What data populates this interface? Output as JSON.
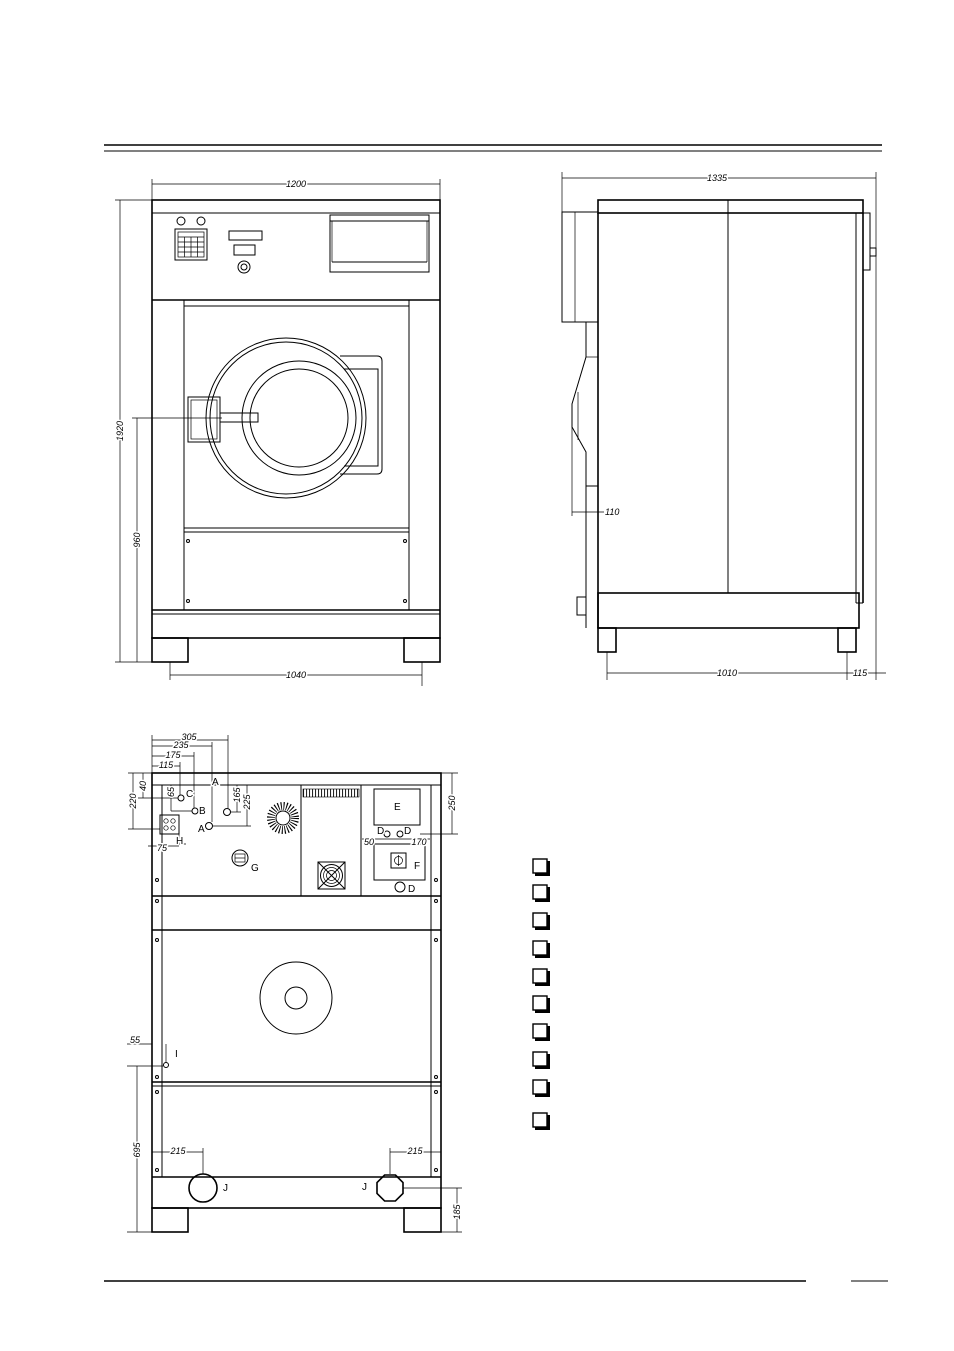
{
  "front_view": {
    "overall_width": "1200",
    "overall_height": "1920",
    "door_center_height": "960",
    "feet_span": "1040"
  },
  "side_view": {
    "overall_depth": "1335",
    "door_protrusion": "110",
    "feet_span": "1010",
    "rear_offset": "115"
  },
  "rear_view": {
    "top_offsets": [
      "305",
      "235",
      "175",
      "115"
    ],
    "left_offsets": [
      "220",
      "40",
      "65"
    ],
    "mid_offsets": [
      "165",
      "225"
    ],
    "right_panel_height": "250",
    "drain_offsets": [
      "50",
      "170"
    ],
    "h_offset": "75",
    "i_offset": "55",
    "i_elevation": "695",
    "j_offsets": [
      "215",
      "215"
    ],
    "j_height": "185",
    "labels": {
      "a1": "A",
      "a2": "A",
      "b": "B",
      "c": "C",
      "d1": "D",
      "d2": "D",
      "d3": "D",
      "e": "E",
      "f": "F",
      "g": "G",
      "h": "H",
      "i": "I",
      "j1": "J",
      "j2": "J"
    }
  }
}
